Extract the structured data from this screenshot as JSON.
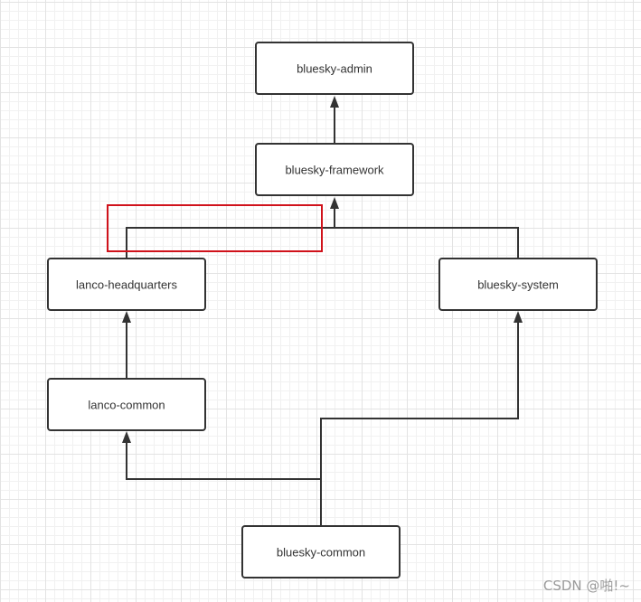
{
  "diagram": {
    "nodes": [
      {
        "id": "admin",
        "label": "bluesky-admin"
      },
      {
        "id": "framework",
        "label": "bluesky-framework"
      },
      {
        "id": "headquarters",
        "label": "lanco-headquarters"
      },
      {
        "id": "system",
        "label": "bluesky-system"
      },
      {
        "id": "lancocommon",
        "label": "lanco-common"
      },
      {
        "id": "blueskycommon",
        "label": "bluesky-common"
      }
    ],
    "edges": [
      {
        "from": "framework",
        "to": "admin"
      },
      {
        "from": "headquarters",
        "to": "framework"
      },
      {
        "from": "system",
        "to": "framework"
      },
      {
        "from": "lancocommon",
        "to": "headquarters"
      },
      {
        "from": "blueskycommon",
        "to": "lancocommon"
      },
      {
        "from": "blueskycommon",
        "to": "system"
      }
    ],
    "colors": {
      "line": "#333333",
      "highlight": "#d0121b",
      "watermark": "#9a9a9a"
    }
  },
  "watermark": "CSDN @啪!~"
}
